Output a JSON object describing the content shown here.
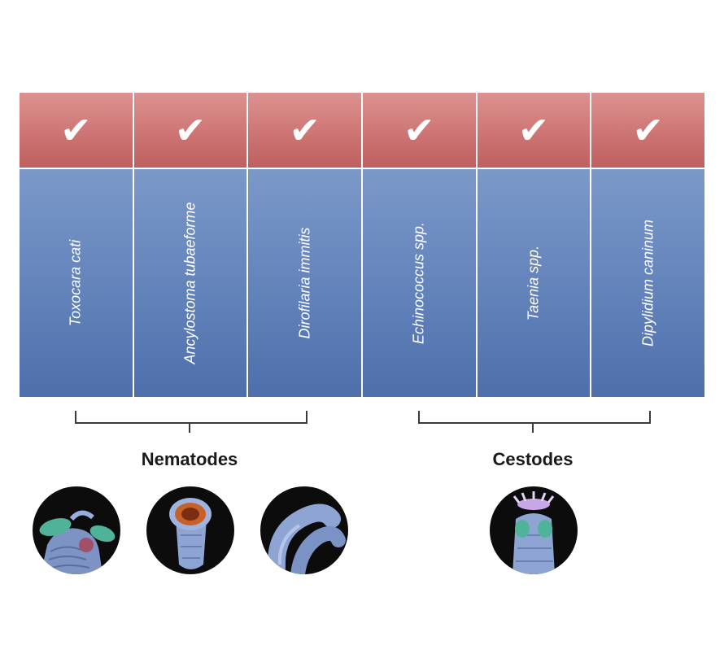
{
  "check_glyph": "✔",
  "columns": [
    {
      "name": "Toxocara cati"
    },
    {
      "name": "Ancylostoma tubaeforme"
    },
    {
      "name": "Dirofilaria immitis"
    },
    {
      "name": "Echinococcus spp."
    },
    {
      "name": "Taenia spp."
    },
    {
      "name": "Dipylidium caninum"
    }
  ],
  "groups": {
    "nematodes": {
      "label": "Nematodes"
    },
    "cestodes": {
      "label": "Cestodes"
    }
  },
  "images": [
    {
      "icon": "toxocara-micrograph-icon"
    },
    {
      "icon": "ancylostoma-micrograph-icon"
    },
    {
      "icon": "dirofilaria-micrograph-icon"
    },
    {
      "icon": "cestode-scolex-micrograph-icon"
    }
  ],
  "colors": {
    "check_row": "#cd7574",
    "name_row": "#6686bd",
    "bracket": "#3a3a3a"
  }
}
